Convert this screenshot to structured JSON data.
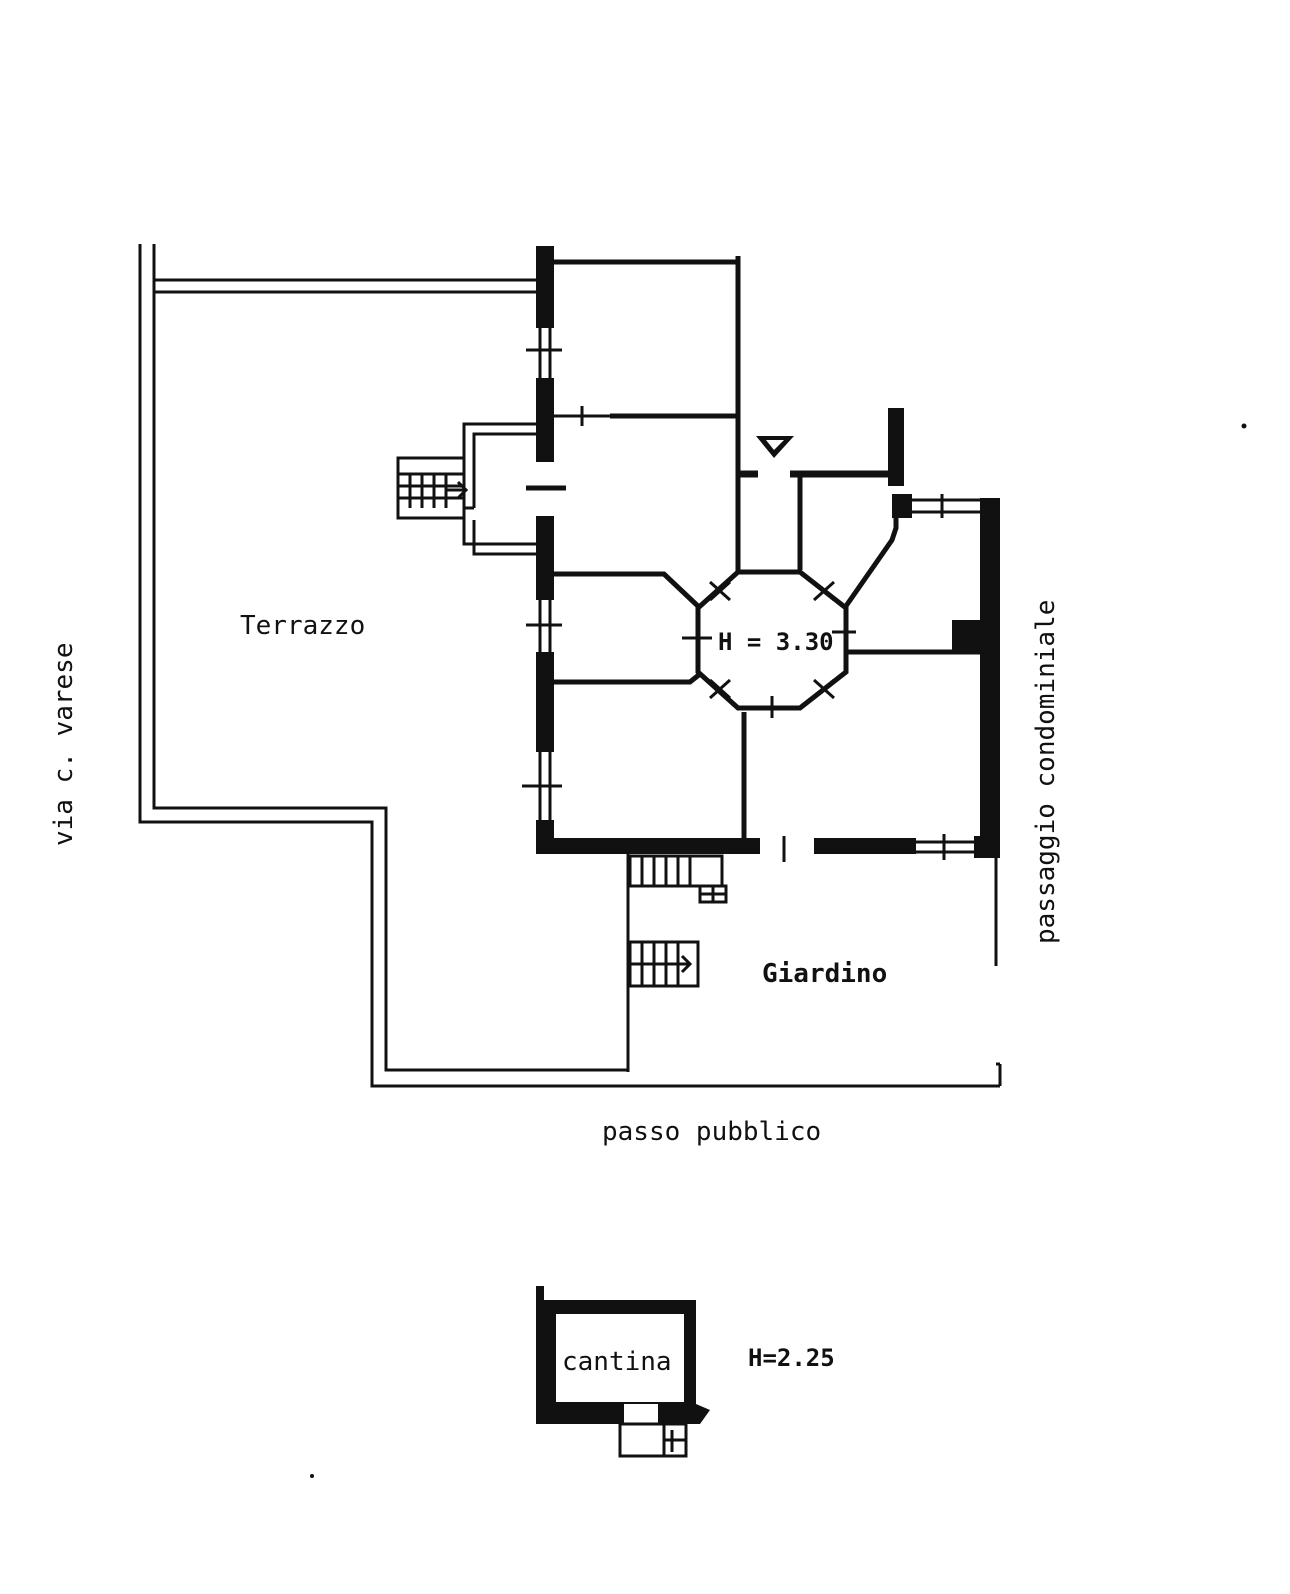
{
  "labels": {
    "street_left": "via  c. varese",
    "street_bottom": "passo  pubblico",
    "passage_right": "passaggio  condominiale",
    "terrace": "Terrazzo",
    "garden": "Giardino",
    "ceiling_height": "H = 3.30",
    "cellar": "cantina",
    "cellar_height": "H=2.25"
  },
  "icons": {
    "entrance": "entrance-triangle-icon",
    "stairs": "stairs-icon"
  },
  "colors": {
    "ink": "#111111",
    "paper": "#ffffff"
  }
}
